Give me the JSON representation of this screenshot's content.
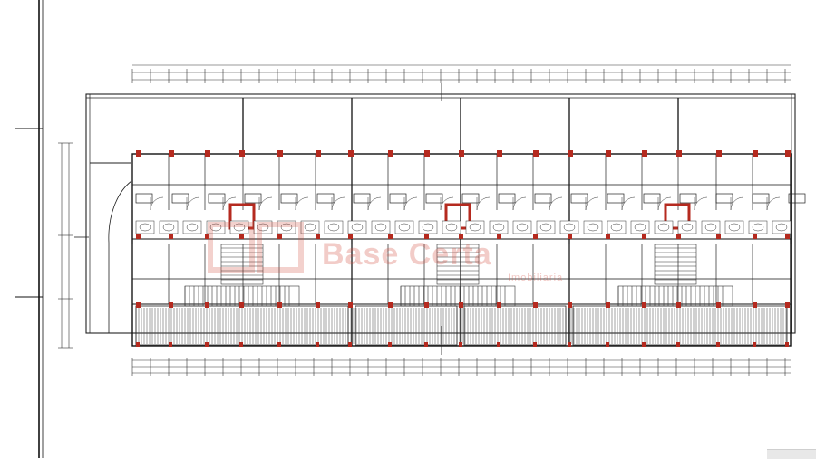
{
  "drawing": {
    "type": "architectural floor plan",
    "unit_modules": 3,
    "accent_color": "#c0392b",
    "line_color": "#222222",
    "dim_line_color": "#333333"
  },
  "watermark": {
    "brand": "Base Certa",
    "subtitle": "Imobiliaria",
    "color": "#d24a3c"
  }
}
